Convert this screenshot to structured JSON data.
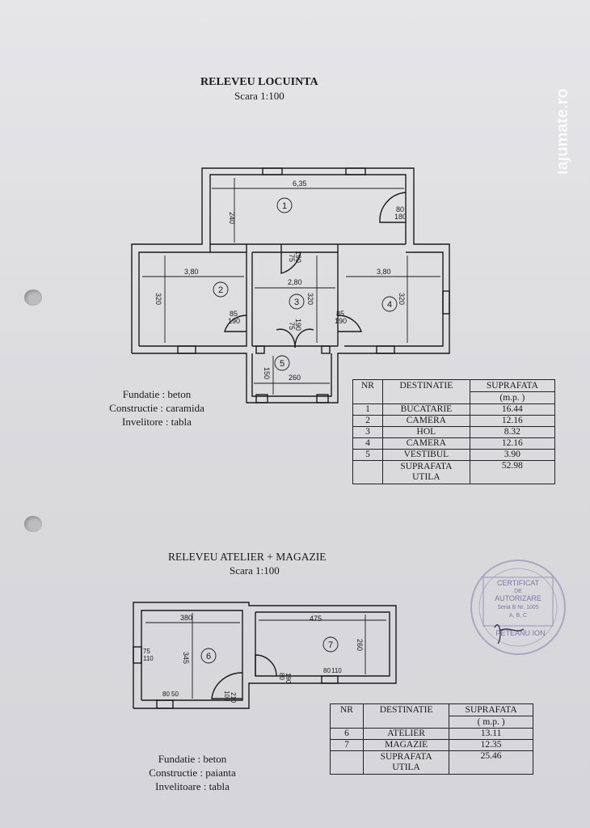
{
  "house": {
    "title": "RELEVEU LOCUINTA",
    "scale": "Scara  1:100",
    "specs": [
      "Fundatie : beton",
      "Constructie : caramida",
      "Invelitore : tabla"
    ],
    "dims": {
      "d1_len": "6,35",
      "d1_h": "240",
      "door1_w": "80",
      "door1_h": "180",
      "d2_len": "3,80",
      "d2_h": "320",
      "d3_len": "2,80",
      "d3_h": "320",
      "d4_len": "3,80",
      "d4_h": "320",
      "d5_len": "260",
      "d5_h": "150",
      "door_top_w": "75",
      "door_top_h": "190",
      "door_l_w": "85",
      "door_l_h": "190",
      "door_r_w": "85",
      "door_r_h": "190",
      "door_in_w": "75",
      "door_in_h": "190"
    },
    "rooms": [
      "1",
      "2",
      "3",
      "4",
      "5"
    ],
    "table": {
      "headers": [
        "NR",
        "DESTINATIE",
        "SUPRAFATA"
      ],
      "unit": "(m.p. )",
      "rows": [
        {
          "nr": "1",
          "dest": "BUCATARIE",
          "area": "16.44"
        },
        {
          "nr": "2",
          "dest": "CAMERA",
          "area": "12.16"
        },
        {
          "nr": "3",
          "dest": "HOL",
          "area": "8.32"
        },
        {
          "nr": "4",
          "dest": "CAMERA",
          "area": "12.16"
        },
        {
          "nr": "5",
          "dest": "VESTIBUL",
          "area": "3.90"
        }
      ],
      "total_label_1": "SUPRAFATA",
      "total_label_2": "UTILA",
      "total": "52.98"
    }
  },
  "atelier": {
    "title": "RELEVEU   ATELIER + MAGAZIE",
    "scale": "Scara  1:100",
    "specs": [
      "Fundatie : beton",
      "Constructie : paianta",
      "Invelitoare : tabla"
    ],
    "dims": {
      "d6_len": "380",
      "d6_h": "345",
      "d7_len": "475",
      "d7_h": "260",
      "win6_w": "75",
      "win6_h": "110",
      "door6_w": "100",
      "door6_h": "210",
      "door7_w": "80",
      "door7_h": "190",
      "win6b_w": "80",
      "win6b_h": "50",
      "win7_w": "80",
      "win7_h": "110"
    },
    "rooms": [
      "6",
      "7"
    ],
    "table": {
      "headers": [
        "NR",
        "DESTINATIE",
        "SUPRAFATA"
      ],
      "unit": "( m.p. )",
      "rows": [
        {
          "nr": "6",
          "dest": "ATELIER",
          "area": "13.11"
        },
        {
          "nr": "7",
          "dest": "MAGAZIE",
          "area": "12.35"
        }
      ],
      "total_label_1": "SUPRAFATA",
      "total_label_2": "UTILA",
      "total": "25.46"
    }
  },
  "stamp": {
    "lines": [
      "CERTIFICAT",
      "DE",
      "AUTORIZARE",
      "Seria B Nr. 1005",
      "A, B, C"
    ],
    "name": "PETEANU ION"
  },
  "watermark": "lajumate.ro",
  "colors": {
    "ink": "#1a1a1a",
    "stamp": "#9a8fb8",
    "paper": "#e2e2e5"
  }
}
